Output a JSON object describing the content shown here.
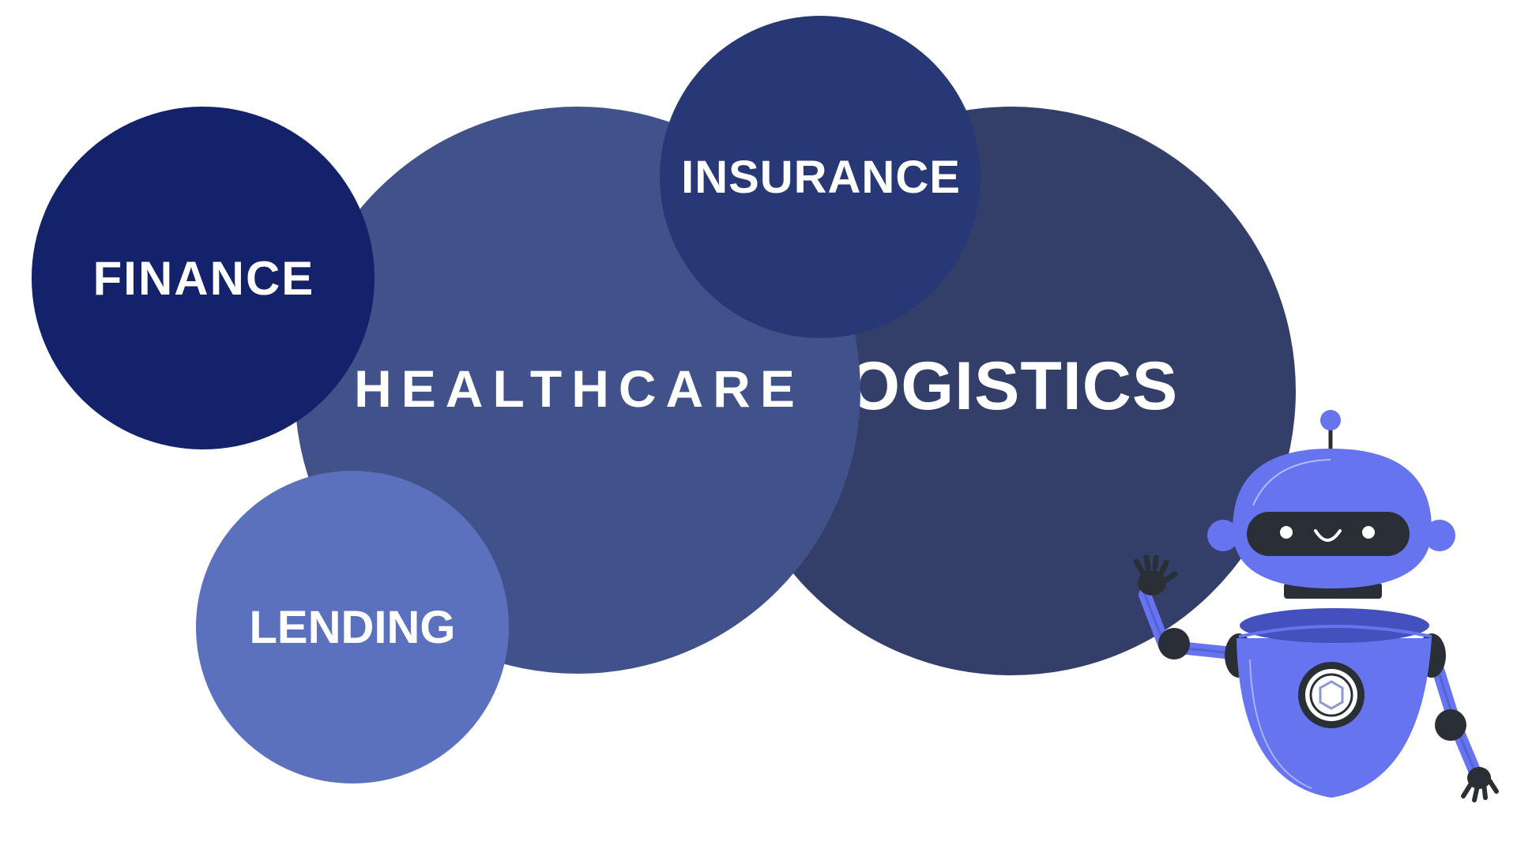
{
  "bubbles": {
    "finance": {
      "label": "FINANCE",
      "color": "#14226b"
    },
    "healthcare": {
      "label": "HEALTHCARE",
      "color": "#41518a"
    },
    "insurance": {
      "label": "INSURANCE",
      "color": "#283876"
    },
    "logistics": {
      "label": "LOGISTICS",
      "color": "#333f68"
    },
    "lending": {
      "label": "LENDING",
      "color": "#5b71be"
    }
  },
  "robot": {
    "icon": "waving-robot-icon",
    "body_color": "#6674f0",
    "dark_color": "#2a2f35"
  }
}
